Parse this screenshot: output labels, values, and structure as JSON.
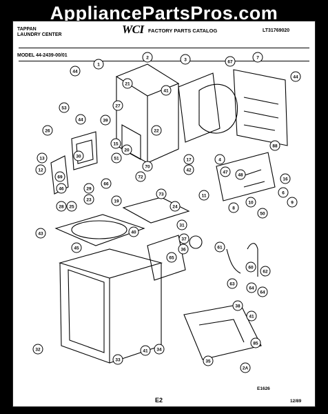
{
  "watermark": "AppliancePartsPros.com",
  "header": {
    "brand_line1": "TAPPAN",
    "brand_line2": "LAUNDRY CENTER",
    "logo": "WCI",
    "catalog_title": "FACTORY PARTS CATALOG",
    "catalog_number": "LT31769020"
  },
  "model_line": "MODEL 44-2439-00/01",
  "footer": {
    "figure_code": "E1626",
    "page": "E2",
    "date": "12/89"
  },
  "callouts": [
    "1",
    "2",
    "3",
    "67",
    "7",
    "44",
    "21",
    "41",
    "44",
    "53",
    "27",
    "39",
    "22",
    "44",
    "26",
    "15",
    "20",
    "51",
    "70",
    "30",
    "13",
    "12",
    "69",
    "66",
    "72",
    "17",
    "42",
    "4",
    "47",
    "48",
    "16",
    "6",
    "9",
    "29",
    "46",
    "73",
    "11",
    "28",
    "23",
    "19",
    "24",
    "8",
    "10",
    "50",
    "25",
    "43",
    "40",
    "31",
    "37",
    "45",
    "36",
    "65",
    "61",
    "60",
    "62",
    "63",
    "64",
    "64",
    "38",
    "41",
    "32",
    "33",
    "41",
    "34",
    "35",
    "85",
    "2A",
    "88"
  ]
}
